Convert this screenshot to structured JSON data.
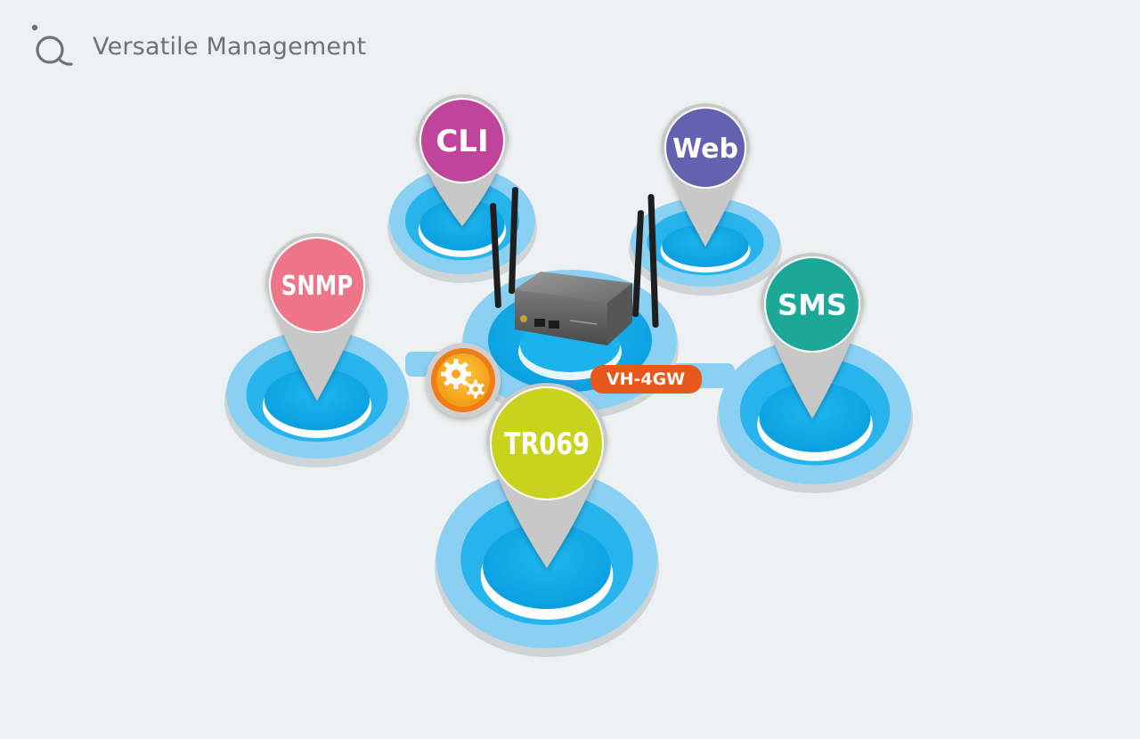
{
  "header": {
    "title": "Versatile Management",
    "logo_icon": "circle-a-logo-icon"
  },
  "device": {
    "model": "VH-4GW",
    "icon": "router-icon",
    "gear_icon": "gears-icon"
  },
  "nodes": [
    {
      "id": "cli",
      "label": "CLI",
      "color": "#c0449a"
    },
    {
      "id": "web",
      "label": "Web",
      "color": "#6462b0"
    },
    {
      "id": "snmp",
      "label": "SNMP",
      "color": "#ec7489"
    },
    {
      "id": "sms",
      "label": "SMS",
      "color": "#1aa896"
    },
    {
      "id": "tr069",
      "label": "TR069",
      "color": "#c9d21a"
    }
  ],
  "colors": {
    "platform_outer": "#8ad0f3",
    "platform_mid": "#27b3ec",
    "platform_core": "#12a8e6",
    "pin_ring": "#c8c8c8",
    "model_badge": "#e8581c",
    "gear_badge": "#f5a623"
  }
}
